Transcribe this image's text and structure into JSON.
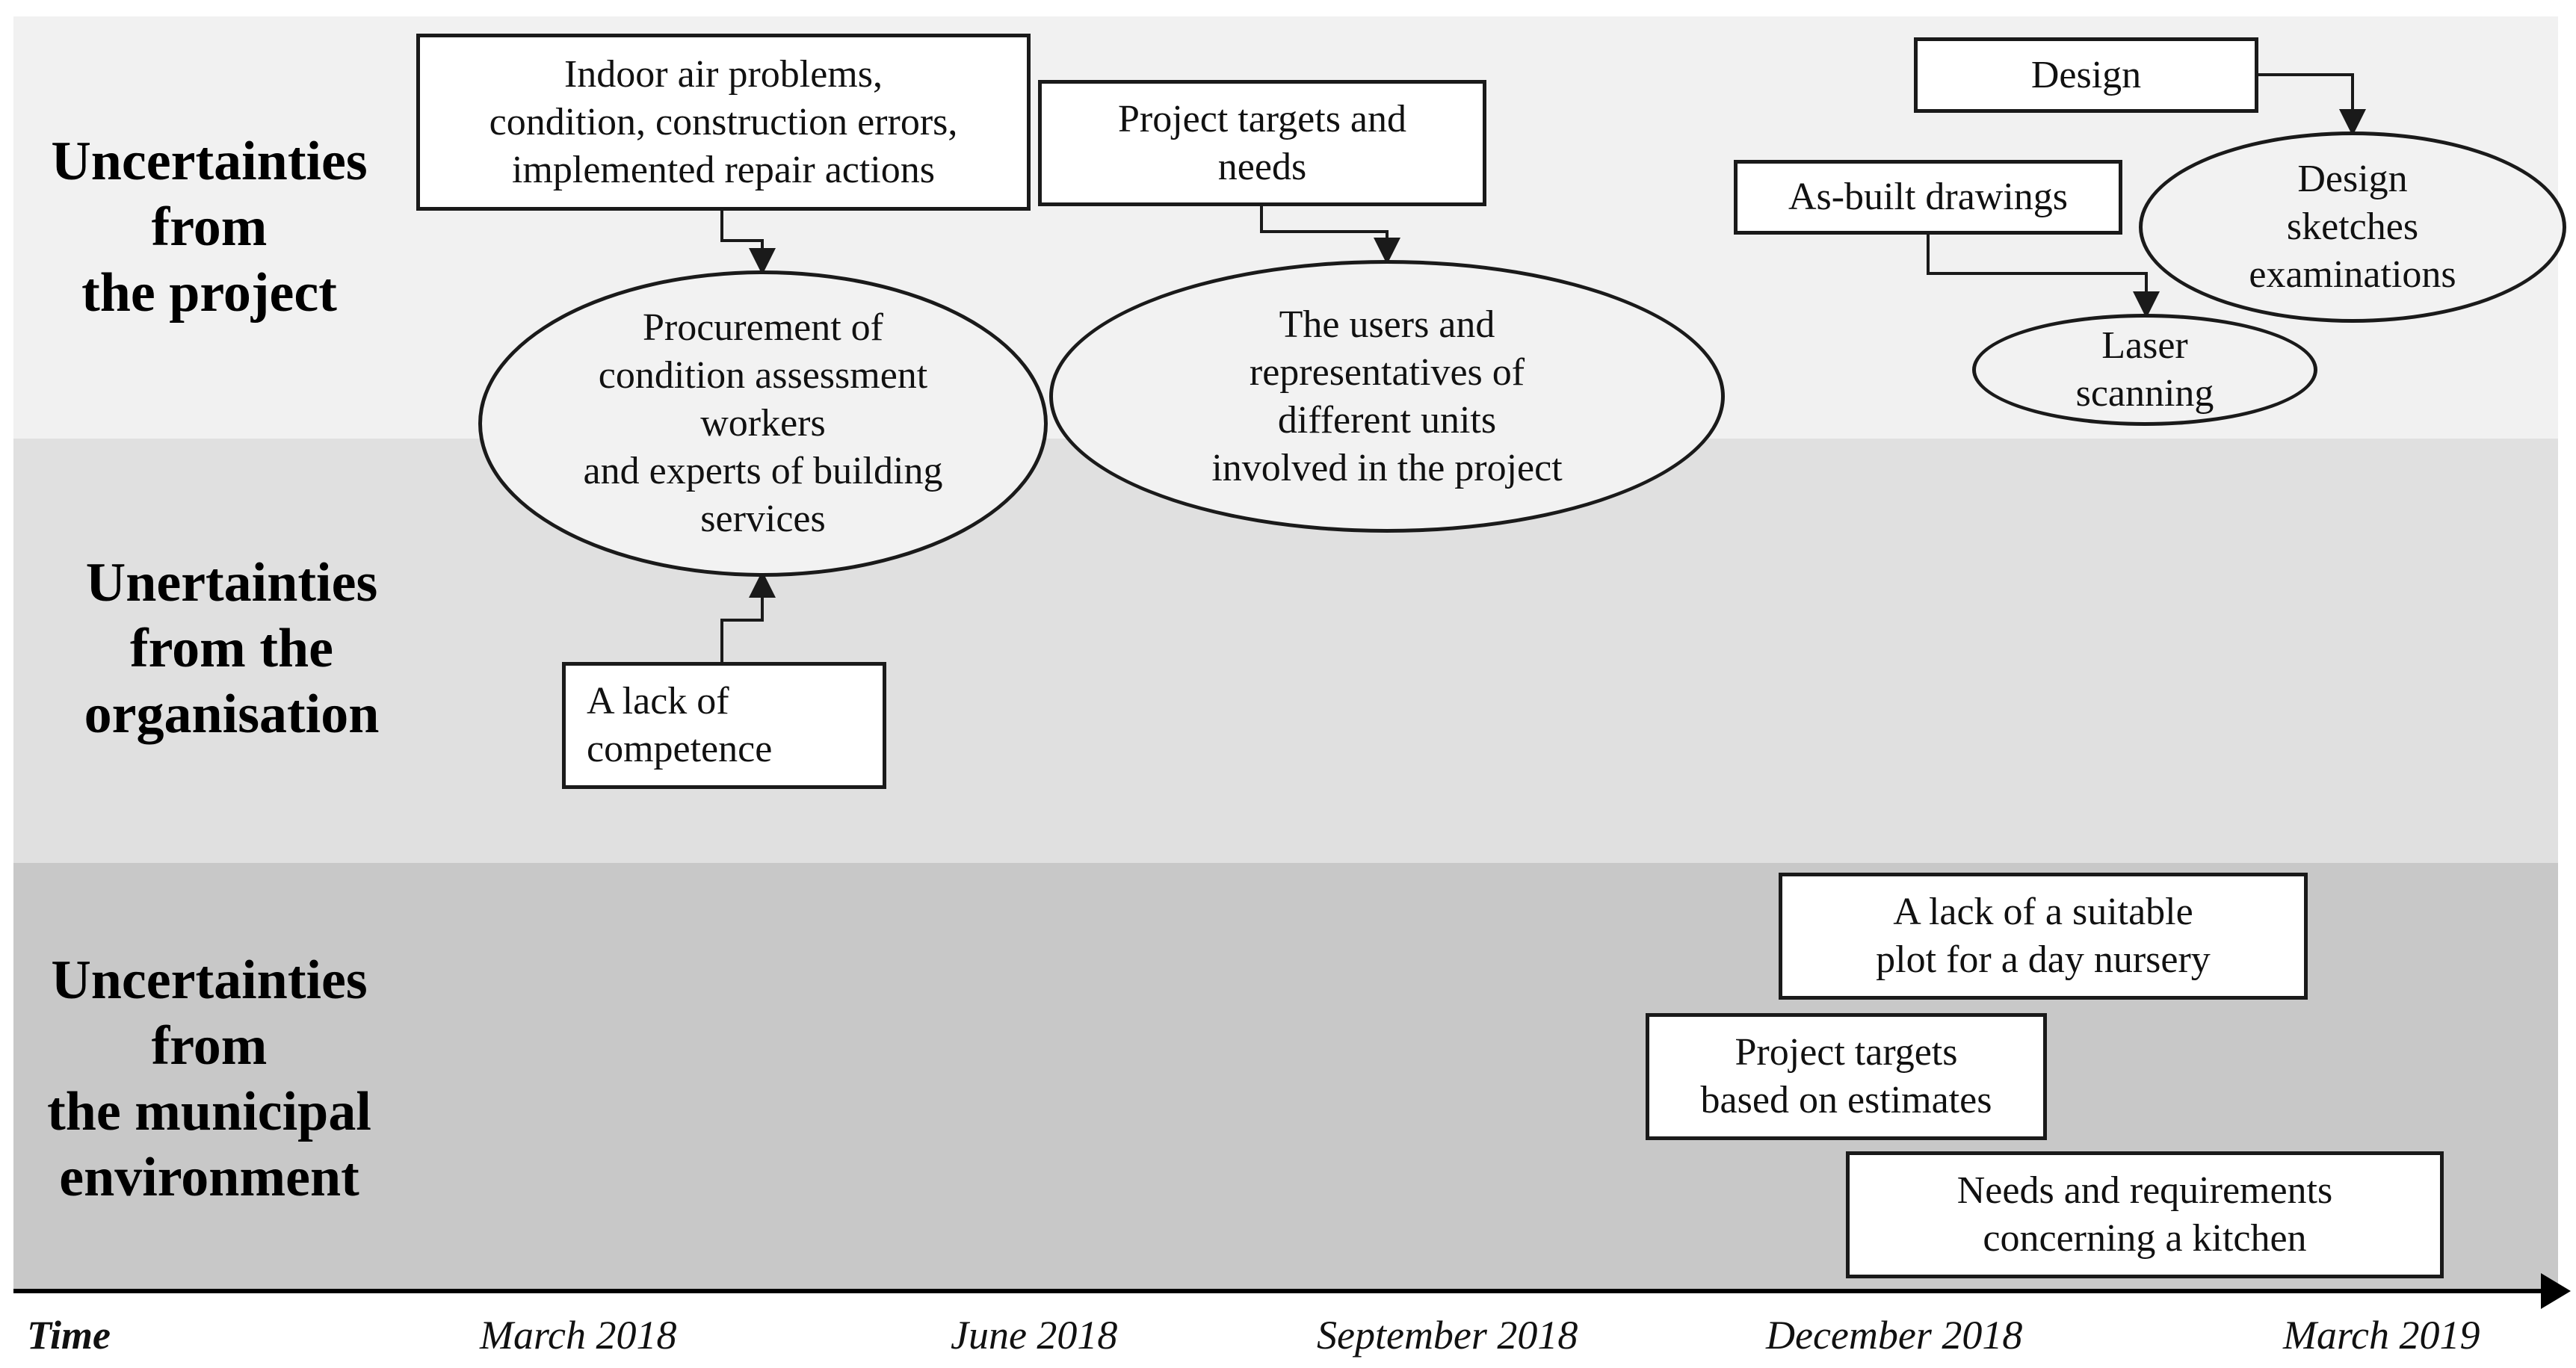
{
  "rows": [
    {
      "label": "Uncertainties\nfrom\nthe project"
    },
    {
      "label": "Unertainties\nfrom the\norganisation"
    },
    {
      "label": "Uncertainties\nfrom\nthe municipal\nenvironment"
    }
  ],
  "nodes": {
    "indoor_air": "Indoor air problems,\ncondition, construction errors,\nimplemented repair actions",
    "procurement": "Procurement of\ncondition assessment\nworkers\nand experts of building\nservices",
    "project_targets_needs": "Project targets and\nneeds",
    "users_representatives": "The users and\nrepresentatives of\ndifferent units\ninvolved in the project",
    "design": "Design",
    "design_sketches": "Design\nsketches\nexaminations",
    "as_built": "As-built drawings",
    "laser_scanning": "Laser\nscanning",
    "lack_competence": "A lack of\ncompetence",
    "lack_plot": "A lack of a suitable\nplot for a day nursery",
    "targets_estimates": "Project targets\nbased on estimates",
    "kitchen_needs": "Needs and requirements\nconcerning a kitchen"
  },
  "timeline": {
    "axis_label": "Time",
    "ticks": [
      "March 2018",
      "June 2018",
      "September 2018",
      "December 2018",
      "March 2019"
    ]
  },
  "colors": {
    "band_project": "#f1f1f1",
    "band_organisation": "#e0e0e0",
    "band_municipal": "#c8c8c8",
    "stroke": "#1a1a1a"
  }
}
